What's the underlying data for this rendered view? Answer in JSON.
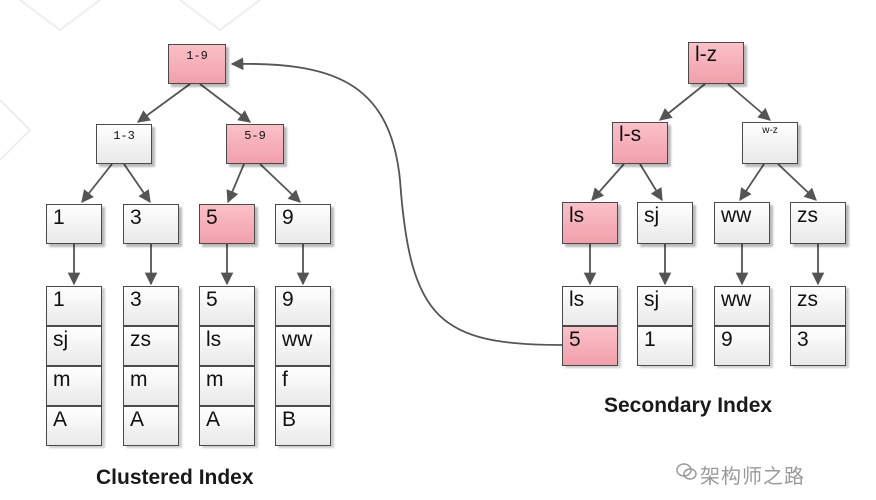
{
  "clustered": {
    "caption": "Clustered Index",
    "root": "1-9",
    "mid_left": "1-3",
    "mid_right": "5-9",
    "leaves": [
      "1",
      "3",
      "5",
      "9"
    ],
    "rows": [
      [
        "1",
        "sj",
        "m",
        "A"
      ],
      [
        "3",
        "zs",
        "m",
        "A"
      ],
      [
        "5",
        "ls",
        "m",
        "A"
      ],
      [
        "9",
        "ww",
        "f",
        "B"
      ]
    ]
  },
  "secondary": {
    "caption": "Secondary Index",
    "root": "l-z",
    "mid_left": "l-s",
    "mid_right": "w-z",
    "leaves": [
      "ls",
      "sj",
      "ww",
      "zs"
    ],
    "rows": [
      [
        "ls",
        "5"
      ],
      [
        "sj",
        "1"
      ],
      [
        "ww",
        "9"
      ],
      [
        "zs",
        "3"
      ]
    ]
  },
  "watermark": "架构师之路",
  "colors": {
    "highlight": "#f6aab4",
    "node": "#f0f0f0",
    "edge": "#555555"
  }
}
